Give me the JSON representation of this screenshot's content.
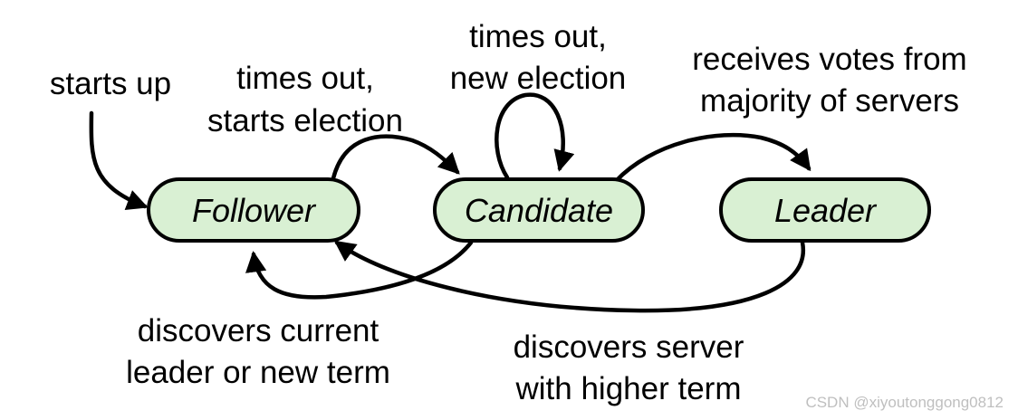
{
  "states": {
    "follower": "Follower",
    "candidate": "Candidate",
    "leader": "Leader"
  },
  "transitions": {
    "starts_up": "starts up",
    "times_out_starts_election": [
      "times out,",
      "starts election"
    ],
    "times_out_new_election": [
      "times out,",
      "new election"
    ],
    "receives_votes": [
      "receives votes from",
      "majority of servers"
    ],
    "discovers_current_leader": [
      "discovers current",
      "leader or new term"
    ],
    "discovers_higher_term": [
      "discovers server",
      "with higher term"
    ]
  },
  "colors": {
    "state_fill": "#d9f0d3",
    "stroke": "#000000"
  },
  "watermark": "CSDN @xiyoutonggong0812"
}
